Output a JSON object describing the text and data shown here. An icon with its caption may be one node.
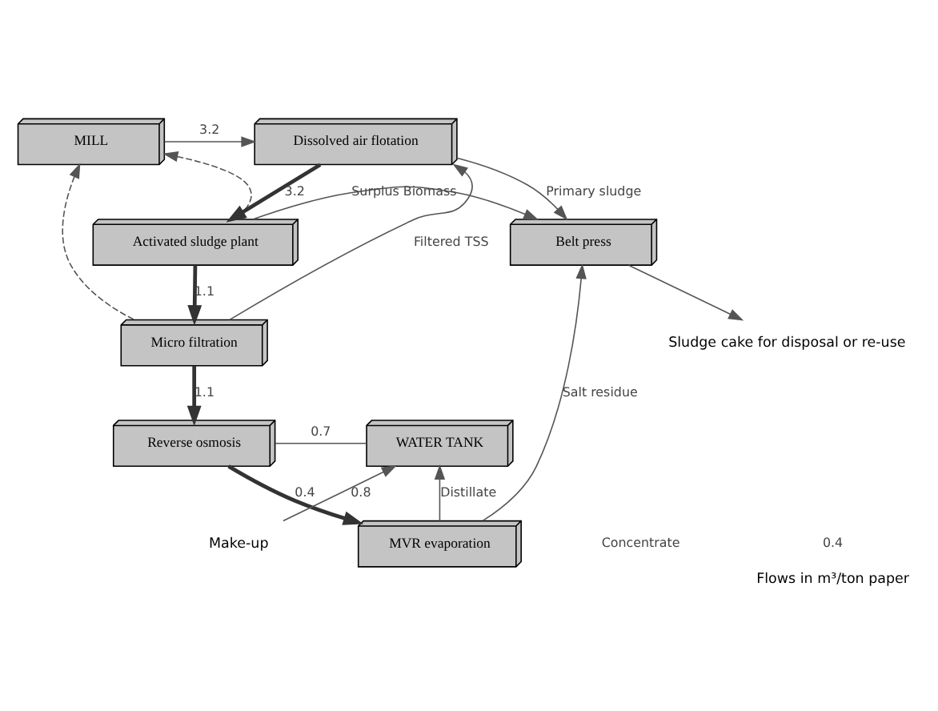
{
  "diagram": {
    "caption": "Flows in m³/ton paper",
    "nodes": [
      {
        "text": [
          "MILL"
        ]
      },
      {
        "text": [
          "Dissolved air flotation"
        ]
      },
      {
        "text": [
          "Activated sludge plant"
        ]
      },
      {
        "text": [
          "Micro filtration"
        ]
      },
      {
        "text": [
          "Reverse osmosis"
        ]
      },
      {
        "text": [
          "MVR evaporation"
        ]
      },
      {
        "text": [
          "Belt press"
        ]
      },
      {
        "text": [
          "WATER TANK"
        ]
      },
      {
        "text": [
          "Sludge cake for disposal or re-use"
        ]
      },
      {
        "text": [
          "Make-up"
        ]
      }
    ],
    "edges": [
      {
        "from": 0,
        "to": 1,
        "arrow": "to",
        "label": "3.2"
      },
      {
        "from": 1,
        "to": 2,
        "arrow": "to",
        "label": "3.2",
        "style": "thick"
      },
      {
        "from": 2,
        "to": 3,
        "arrow": "to",
        "label": "1.1",
        "style": "thick"
      },
      {
        "from": 3,
        "to": 4,
        "arrow": "to",
        "label": "1.1",
        "style": "thick"
      },
      {
        "from": 4,
        "to": 5,
        "arrow": "to",
        "label": "0.4",
        "style": "thick"
      },
      {
        "from": 1,
        "to": 6,
        "arrow": "to",
        "label": "Primary sludge"
      },
      {
        "from": 2,
        "to": 6,
        "arrow": "to",
        "label": "Surplus Biomass"
      },
      {
        "from": 3,
        "to": 1,
        "arrow": "to",
        "label": "Filtered TSS"
      },
      {
        "from": 2,
        "to": 0,
        "arrow": "to",
        "style": "dashed"
      },
      {
        "from": 3,
        "to": 0,
        "arrow": "to",
        "style": "dashed"
      },
      {
        "from": 4,
        "to": 7,
        "arrow": "none",
        "label": "0.7"
      },
      {
        "from": 5,
        "to": 7,
        "arrow": "to",
        "label": "Distillate"
      },
      {
        "from": 5,
        "to": 6,
        "arrow": "to",
        "label": "Salt residue"
      },
      {
        "from": 6,
        "to": 8,
        "arrow": "to"
      },
      {
        "from": 9,
        "to": 7,
        "arrow": "to",
        "label": "0.8"
      }
    ],
    "labels": [
      "Concentrate",
      "0.4"
    ]
  }
}
